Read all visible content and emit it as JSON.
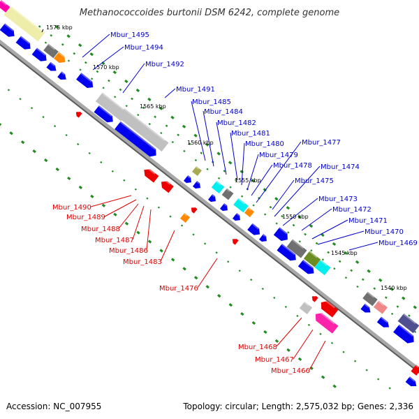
{
  "title": "Methanococcoides burtonii DSM 6242, complete genome",
  "footer": {
    "accession": "Accession: NC_007955",
    "summary": "Topology: circular; Length: 2,575,032 bp; Genes: 2,336"
  },
  "colors": {
    "backbone": "#808080",
    "forward_feature": "#0000ee",
    "reverse_feature": "#ee0000",
    "forward_label": "#0000cc",
    "reverse_label": "#dd0000",
    "tick": "#228b22"
  },
  "ticks": [
    "1575 kbp",
    "1570 kbp",
    "1565 kbp",
    "1560 kbp",
    "1555 kbp",
    "1550 kbp",
    "1545 kbp",
    "1540 kbp"
  ],
  "forward_labels": [
    "Mbur_1495",
    "Mbur_1494",
    "Mbur_1492",
    "Mbur_1491",
    "Mbur_1485",
    "Mbur_1484",
    "Mbur_1482",
    "Mbur_1481",
    "Mbur_1480",
    "Mbur_1479",
    "Mbur_1478",
    "Mbur_1477",
    "Mbur_1474",
    "Mbur_1475",
    "Mbur_1473",
    "Mbur_1472",
    "Mbur_1471",
    "Mbur_1470",
    "Mbur_1469"
  ],
  "reverse_labels": [
    "Mbur_1490",
    "Mbur_1489",
    "Mbur_1488",
    "Mbur_1487",
    "Mbur_1486",
    "Mbur_1483",
    "Mbur_1476",
    "Mbur_1468",
    "Mbur_1467",
    "Mbur_1466"
  ]
}
